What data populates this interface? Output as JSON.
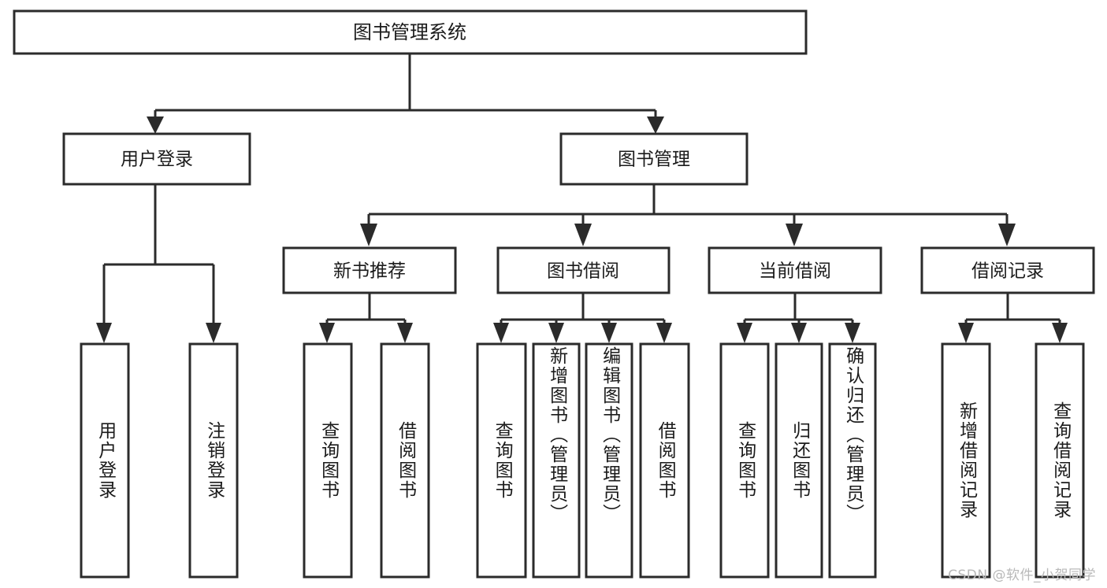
{
  "diagram": {
    "title": "图书管理系统",
    "type": "tree",
    "root": {
      "id": "root",
      "label": "图书管理系统"
    },
    "level2": [
      {
        "id": "user-login",
        "label": "用户登录"
      },
      {
        "id": "book-manage",
        "label": "图书管理"
      }
    ],
    "level3": [
      {
        "id": "new-book-rec",
        "label": "新书推荐",
        "parent": "book-manage"
      },
      {
        "id": "book-borrow",
        "label": "图书借阅",
        "parent": "book-manage"
      },
      {
        "id": "current-borrow",
        "label": "当前借阅",
        "parent": "book-manage"
      },
      {
        "id": "borrow-record",
        "label": "借阅记录",
        "parent": "book-manage"
      }
    ],
    "leaves": [
      {
        "id": "leaf-user-login",
        "label": "用户登录",
        "parent": "user-login"
      },
      {
        "id": "leaf-user-logout",
        "label": "注销登录",
        "parent": "user-login"
      },
      {
        "id": "leaf-query-book-1",
        "label": "查询图书",
        "parent": "new-book-rec"
      },
      {
        "id": "leaf-borrow-book-1",
        "label": "借阅图书",
        "parent": "new-book-rec"
      },
      {
        "id": "leaf-query-book-2",
        "label": "查询图书",
        "parent": "book-borrow"
      },
      {
        "id": "leaf-add-book",
        "label": "新增图书（管理员）",
        "parent": "book-borrow"
      },
      {
        "id": "leaf-edit-book",
        "label": "编辑图书（管理员）",
        "parent": "book-borrow"
      },
      {
        "id": "leaf-borrow-book-2",
        "label": "借阅图书",
        "parent": "book-borrow"
      },
      {
        "id": "leaf-query-book-3",
        "label": "查询图书",
        "parent": "current-borrow"
      },
      {
        "id": "leaf-return-book",
        "label": "归还图书",
        "parent": "current-borrow"
      },
      {
        "id": "leaf-confirm-return",
        "label": "确认归还（管理员）",
        "parent": "current-borrow"
      },
      {
        "id": "leaf-add-record",
        "label": "新增借阅记录",
        "parent": "borrow-record"
      },
      {
        "id": "leaf-query-record",
        "label": "查询借阅记录",
        "parent": "borrow-record"
      }
    ]
  },
  "watermark": {
    "text": "CSDN @软件_小贺同学"
  },
  "colors": {
    "stroke": "#2b2b2b",
    "fill": "#ffffff",
    "text": "#1b1b1b",
    "watermark": "#b9b9b9"
  }
}
